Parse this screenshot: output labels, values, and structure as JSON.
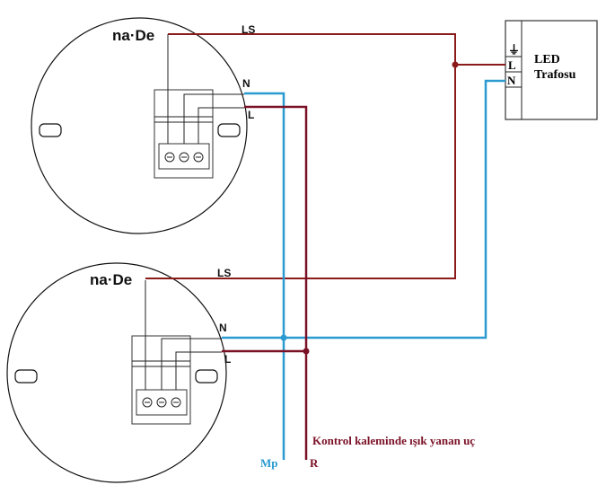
{
  "device_top": {
    "brand": "na·De",
    "label_ls": "LS",
    "label_n": "N",
    "label_l": "L"
  },
  "device_bottom": {
    "brand": "na·De",
    "label_ls": "LS",
    "label_n": "N",
    "label_l": "L"
  },
  "led_driver": {
    "title_line1": "LED",
    "title_line2": "Trafosu",
    "terminal_l": "L",
    "terminal_n": "N",
    "ground_symbol": "⏚"
  },
  "bottom_labels": {
    "neutral": "Mp",
    "phase": "R"
  },
  "note": "Kontrol kaleminde ışık yanan uç",
  "colors": {
    "ls_wire": "#8b1a1a",
    "neutral_wire": "#2a9ad0",
    "phase_wire": "#7a1026"
  }
}
